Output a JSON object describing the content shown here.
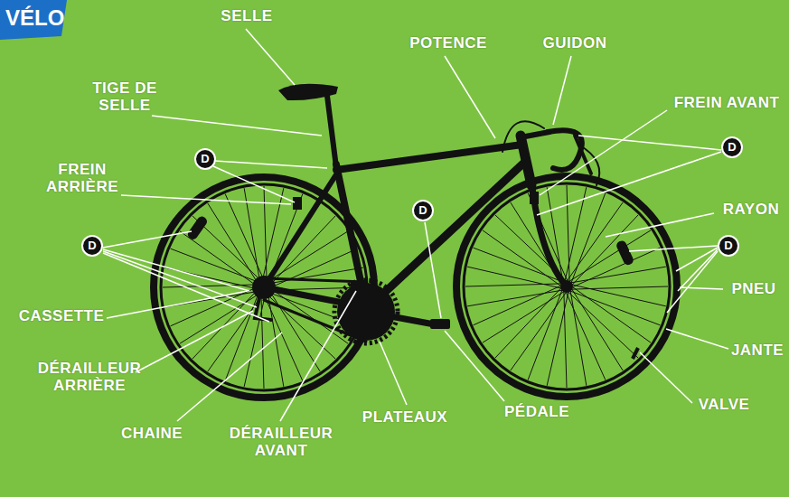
{
  "diagram": {
    "title": "VÉLO",
    "nodes": [
      {
        "text": [
          "D"
        ]
      },
      {
        "text": [
          "D"
        ]
      },
      {
        "text": [
          "D"
        ]
      },
      {
        "text": [
          "D"
        ]
      },
      {
        "text": [
          "D"
        ]
      }
    ],
    "labels": [
      "SELLE",
      "POTENCE",
      "GUIDON",
      "TIGE DE SELLE",
      "FREIN AVANT",
      "FREIN ARRIÈRE",
      "RAYON",
      "PNEU",
      "CASSETTE",
      "JANTE",
      "DÉRAILLEUR ARRIÈRE",
      "VALVE",
      "CHAINE",
      "DÉRAILLEUR AVANT",
      "PLATEAUX",
      "PÉDALE"
    ]
  }
}
